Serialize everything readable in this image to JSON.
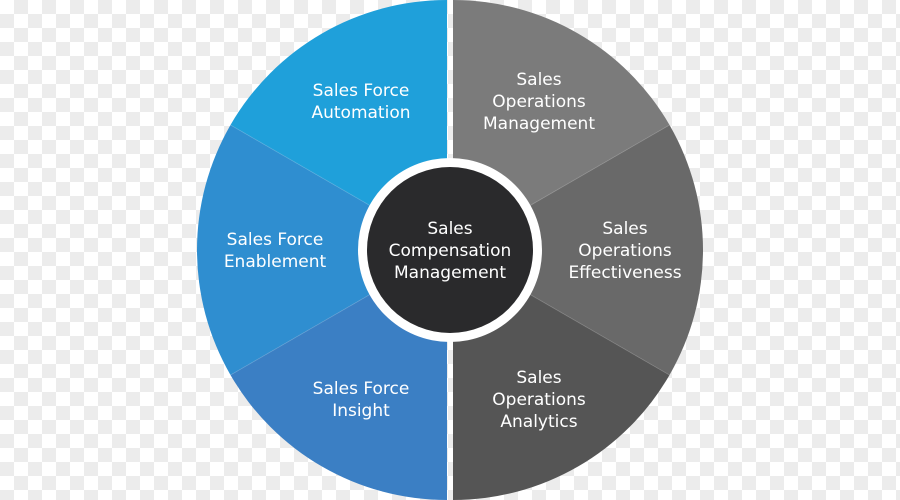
{
  "diagram": {
    "center": {
      "lines": [
        "Sales",
        "Compensation",
        "Management"
      ],
      "color": "#2a2a2c"
    },
    "left_segments": [
      {
        "lines": [
          "Sales Force",
          "Automation"
        ],
        "color": "#1fa0da"
      },
      {
        "lines": [
          "Sales Force",
          "Enablement"
        ],
        "color": "#2f8ed0"
      },
      {
        "lines": [
          "Sales Force",
          "Insight"
        ],
        "color": "#3b7fc4"
      }
    ],
    "right_segments": [
      {
        "lines": [
          "Sales",
          "Operations",
          "Management"
        ],
        "color": "#7b7b7b"
      },
      {
        "lines": [
          "Sales",
          "Operations",
          "Effectiveness"
        ],
        "color": "#696969"
      },
      {
        "lines": [
          "Sales",
          "Operations",
          "Analytics"
        ],
        "color": "#555555"
      }
    ]
  }
}
